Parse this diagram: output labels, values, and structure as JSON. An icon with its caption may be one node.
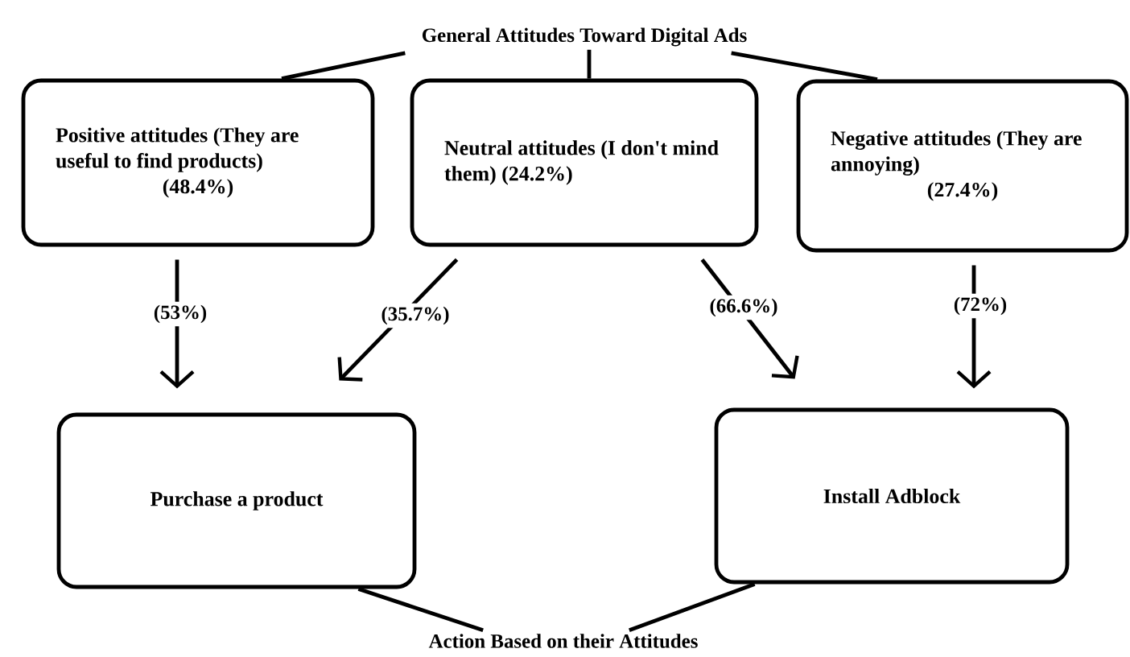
{
  "diagram": {
    "nodes": [
      {
        "text": [
          "General Attitudes Toward Digital Ads"
        ]
      },
      {
        "text": [
          "Positive attitudes (They are useful to find products)",
          "(48.4%)"
        ]
      },
      {
        "text": [
          "Neutral attitudes (I don't mind them) (24.2%)"
        ]
      },
      {
        "text": [
          "Negative attitudes (They are annoying)",
          "(27.4%)"
        ]
      },
      {
        "text": [
          "Purchase a product"
        ]
      },
      {
        "text": [
          "Install Adblock"
        ]
      },
      {
        "text": [
          "Action Based on their Attitudes"
        ]
      }
    ],
    "edges": [
      {
        "from": 0,
        "to": 1,
        "arrow": "none"
      },
      {
        "from": 0,
        "to": 2,
        "arrow": "none"
      },
      {
        "from": 0,
        "to": 3,
        "arrow": "none"
      },
      {
        "from": 1,
        "to": 4,
        "arrow": "to",
        "label": "(53%)"
      },
      {
        "from": 2,
        "to": 4,
        "arrow": "to",
        "label": "(35.7%)"
      },
      {
        "from": 2,
        "to": 5,
        "arrow": "to",
        "label": "(66.6%)"
      },
      {
        "from": 3,
        "to": 5,
        "arrow": "to",
        "label": "(72%)"
      },
      {
        "from": 4,
        "to": 6,
        "arrow": "none"
      },
      {
        "from": 5,
        "to": 6,
        "arrow": "none"
      }
    ]
  }
}
